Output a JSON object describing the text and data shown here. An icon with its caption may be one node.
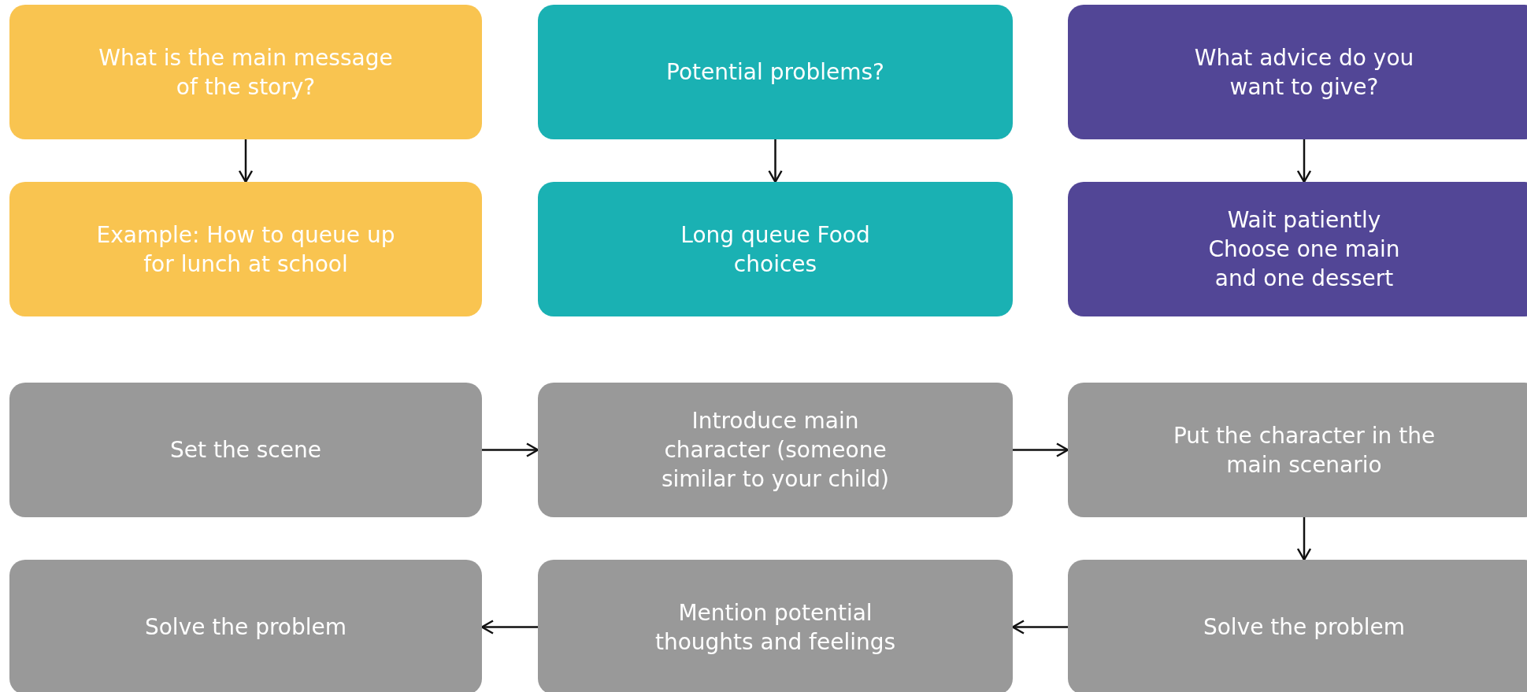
{
  "diagram": {
    "nodes": [
      {
        "text": [
          "What is the main message of the story?"
        ]
      },
      {
        "text": [
          "Potential problems?"
        ]
      },
      {
        "text": [
          "What advice do you want to give?"
        ]
      },
      {
        "text": [
          "Example: How to queue up for lunch at school"
        ]
      },
      {
        "text": [
          "Long queue Food choices"
        ]
      },
      {
        "text": [
          "Wait patiently Choose one main and one dessert"
        ]
      },
      {
        "text": [
          "Set the scene"
        ]
      },
      {
        "text": [
          "Introduce main character (someone similar to your child)"
        ]
      },
      {
        "text": [
          "Put the character in the main scenario"
        ]
      },
      {
        "text": [
          "Solve the problem"
        ]
      },
      {
        "text": [
          "Mention potential thoughts and feelings"
        ]
      },
      {
        "text": [
          "Solve the problem"
        ]
      }
    ],
    "edges": [
      {
        "from": 0,
        "to": 3,
        "arrow": "to"
      },
      {
        "from": 1,
        "to": 4,
        "arrow": "to"
      },
      {
        "from": 2,
        "to": 5,
        "arrow": "to"
      },
      {
        "from": 6,
        "to": 7,
        "arrow": "to"
      },
      {
        "from": 7,
        "to": 8,
        "arrow": "to"
      },
      {
        "from": 8,
        "to": 11,
        "arrow": "to"
      },
      {
        "from": 11,
        "to": 10,
        "arrow": "to"
      },
      {
        "from": 10,
        "to": 9,
        "arrow": "to"
      }
    ]
  }
}
